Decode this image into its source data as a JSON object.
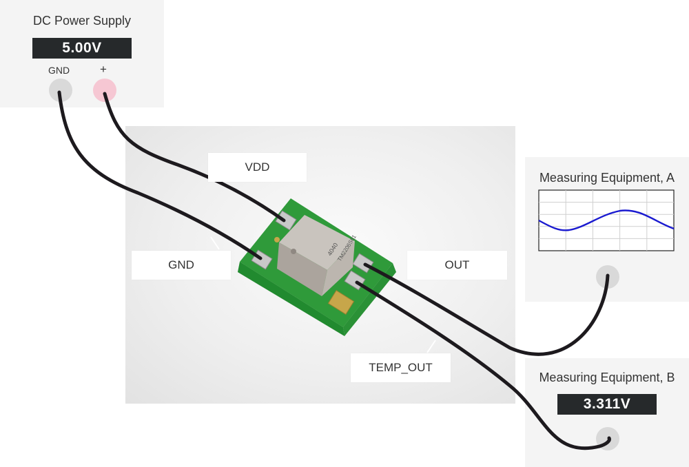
{
  "power_supply": {
    "title": "DC Power Supply",
    "reading": "5.00V",
    "gnd_label": "GND",
    "plus_label": "+"
  },
  "equipment_a": {
    "title": "Measuring Equipment, A"
  },
  "equipment_b": {
    "title": "Measuring Equipment, B",
    "reading": "3.311V"
  },
  "pins": {
    "vdd": "VDD",
    "gnd": "GND",
    "out": "OUT",
    "temp_out": "TEMP_OUT"
  },
  "component": {
    "marking_line1": "4040",
    "marking_line2": "TM2206S01"
  },
  "colors": {
    "panel": "#f4f4f4",
    "readout_bg": "#26292b",
    "plus_jack": "#f6c7d3",
    "gnd_jack": "#d9d9d9",
    "wire": "#1d1a1e",
    "waveform": "#1a1ad0",
    "pcb": "#2f9a3a"
  }
}
